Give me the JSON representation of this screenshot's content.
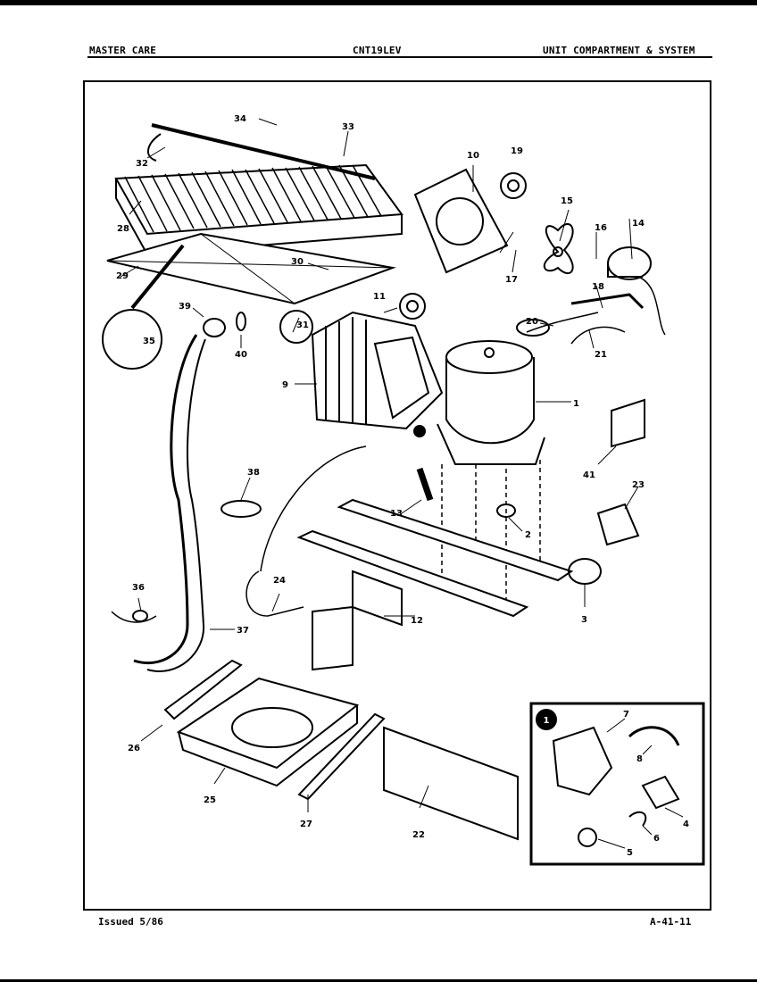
{
  "header": {
    "brand": "MASTER CARE",
    "model": "CNT19LEV",
    "section": "UNIT COMPARTMENT & SYSTEM"
  },
  "footer": {
    "issued": "Issued 5/86",
    "page_code": "A-41-11"
  },
  "inset_marker": "1",
  "callouts": [
    "1",
    "2",
    "3",
    "4",
    "5",
    "6",
    "7",
    "8",
    "9",
    "10",
    "11",
    "12",
    "13",
    "14",
    "15",
    "16",
    "17",
    "18",
    "19",
    "20",
    "21",
    "22",
    "23",
    "24",
    "25",
    "26",
    "27",
    "28",
    "29",
    "30",
    "31",
    "32",
    "33",
    "34",
    "35",
    "36",
    "37",
    "38",
    "39",
    "40",
    "41"
  ]
}
